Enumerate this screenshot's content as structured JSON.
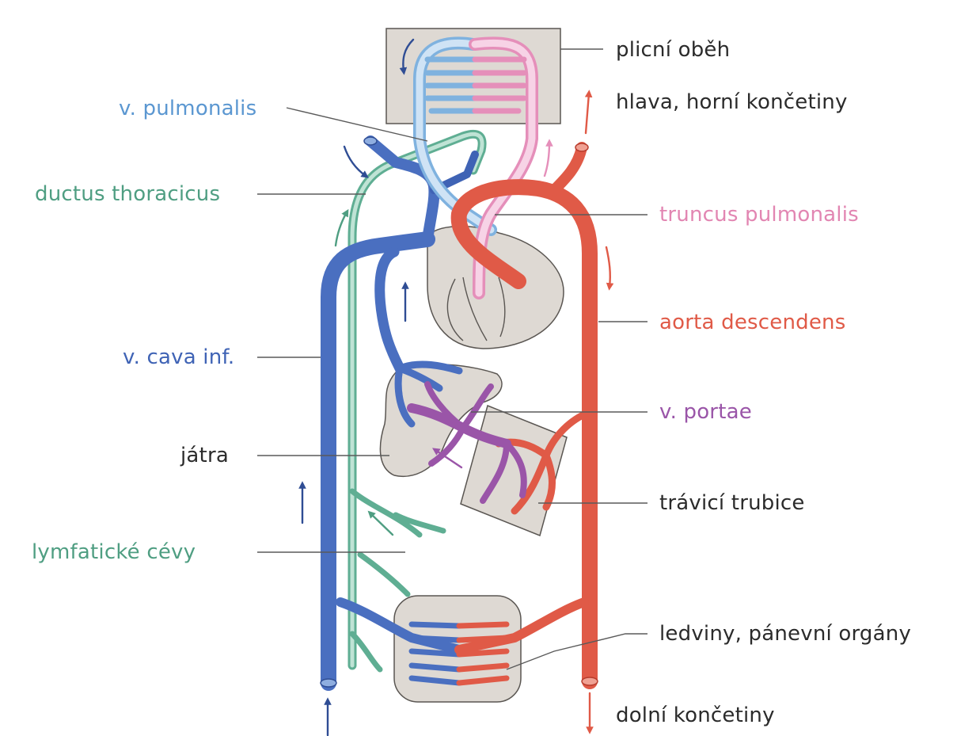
{
  "labels": {
    "pulmonary_circulation": "plicní oběh",
    "head_upper_limbs": "hlava, horní končetiny",
    "pulmonary_vein": "v. pulmonalis",
    "thoracic_duct": "ductus thoracicus",
    "pulmonary_trunk": "truncus pulmonalis",
    "descending_aorta": "aorta descendens",
    "inferior_vena_cava": "v. cava inf.",
    "portal_vein": "v. portae",
    "liver": "játra",
    "digestive_tube": "trávicí trubice",
    "lymph_vessels": "lymfatické cévy",
    "kidneys_pelvic_organs": "ledviny, pánevní orgány",
    "lower_limbs": "dolní končetiny"
  },
  "colors": {
    "text_dark": "#2b2b2b",
    "vein_light_blue": "#7fb2df",
    "vein_blue": "#4a6fc0",
    "vein_dark_blue": "#2f4d94",
    "lymph_green": "#5fae93",
    "pink": "#e58fba",
    "artery_red": "#e05a47",
    "portal_purple": "#9a55a8",
    "organ_gray": "#ded9d3",
    "organ_border": "#5a5652",
    "leader_line": "#5a5a5a"
  },
  "icons": {
    "flow_arrow": "flow-arrow-icon"
  }
}
